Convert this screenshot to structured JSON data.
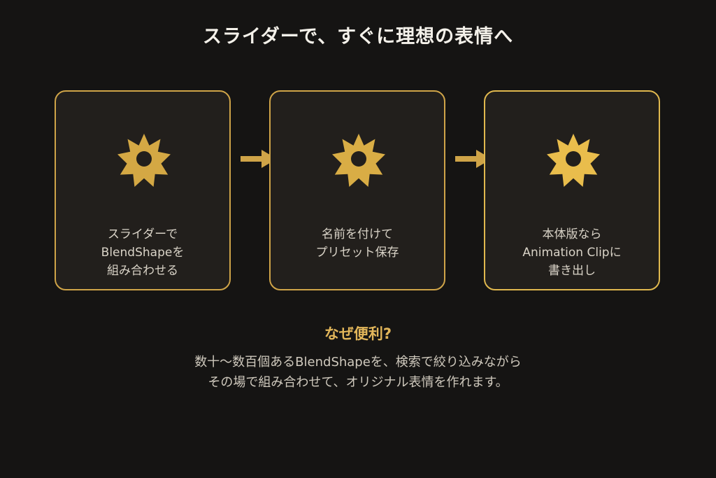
{
  "title": "スライダーで、すぐに理想の表情へ",
  "steps": [
    {
      "icon": "gear-icon",
      "lines": [
        "スライダーで",
        "BlendShapeを",
        "組み合わせる"
      ]
    },
    {
      "icon": "gear-icon",
      "lines": [
        "名前を付けて",
        "プリセット保存"
      ]
    },
    {
      "icon": "gear-icon",
      "lines": [
        "本体版なら",
        "Animation Clipに",
        "書き出し"
      ]
    }
  ],
  "why": {
    "heading": "なぜ便利?",
    "lines": [
      "数十〜数百個あるBlendShapeを、検索で絞り込みながら",
      "その場で組み合わせて、オリジナル表情を作れます。"
    ]
  },
  "colors": {
    "background": "#151413",
    "card_border": "#cfa448",
    "gear": "#d4a844",
    "gear_highlight": "#e9bd4c",
    "heading_accent": "#e2b65a"
  }
}
